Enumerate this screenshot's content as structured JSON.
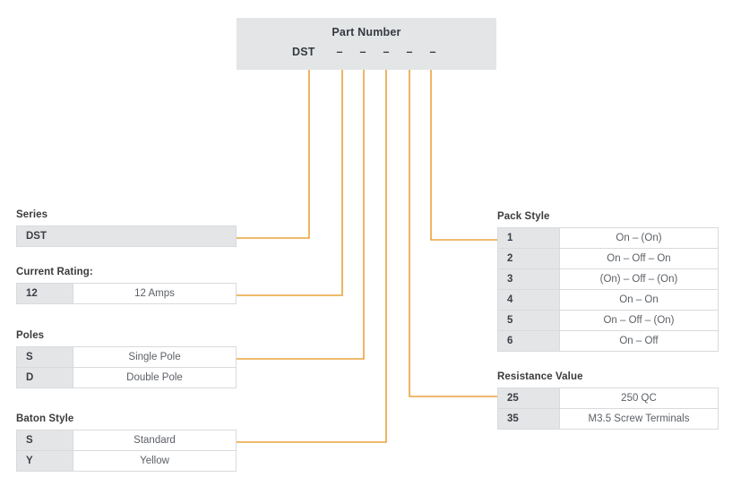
{
  "header": {
    "title": "Part Number",
    "series_code": "DST",
    "dashes": [
      "–",
      "–",
      "–",
      "–",
      "–"
    ]
  },
  "groups": {
    "series": {
      "title": "Series",
      "rows": [
        {
          "code": "DST",
          "desc": ""
        }
      ]
    },
    "current_rating": {
      "title": "Current Rating:",
      "rows": [
        {
          "code": "12",
          "desc": "12 Amps"
        }
      ]
    },
    "poles": {
      "title": "Poles",
      "rows": [
        {
          "code": "S",
          "desc": "Single Pole"
        },
        {
          "code": "D",
          "desc": "Double Pole"
        }
      ]
    },
    "baton_style": {
      "title": "Baton Style",
      "rows": [
        {
          "code": "S",
          "desc": "Standard"
        },
        {
          "code": "Y",
          "desc": "Yellow"
        }
      ]
    },
    "pack_style": {
      "title": "Pack Style",
      "rows": [
        {
          "code": "1",
          "desc": "On – (On)"
        },
        {
          "code": "2",
          "desc": "On – Off – On"
        },
        {
          "code": "3",
          "desc": "(On) – Off – (On)"
        },
        {
          "code": "4",
          "desc": "On – On"
        },
        {
          "code": "5",
          "desc": "On – Off – (On)"
        },
        {
          "code": "6",
          "desc": "On – Off"
        }
      ]
    },
    "resistance_value": {
      "title": "Resistance Value",
      "rows": [
        {
          "code": "25",
          "desc": "250 QC"
        },
        {
          "code": "35",
          "desc": "M3.5 Screw Terminals"
        }
      ]
    }
  },
  "colors": {
    "connector": "#e8a33d",
    "code_cell_bg": "#e4e5e7",
    "header_bg": "#e4e5e7",
    "heading_text": "#3b3b3b",
    "body_text": "#5c6066"
  }
}
